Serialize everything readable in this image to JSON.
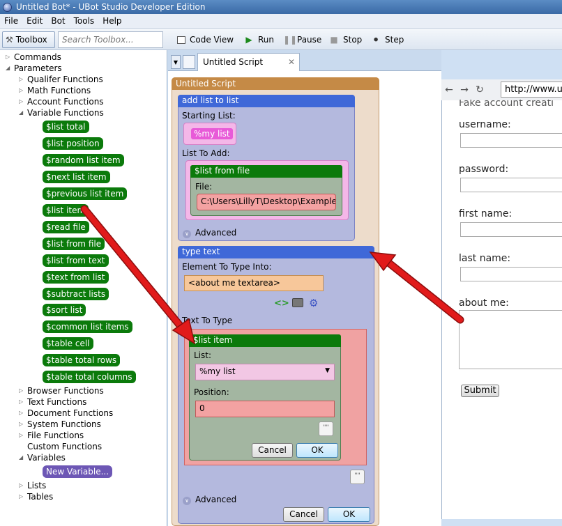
{
  "window": {
    "title": "Untitled Bot* - UBot Studio Developer Edition"
  },
  "menu": [
    "File",
    "Edit",
    "Bot",
    "Tools",
    "Help"
  ],
  "toolbar": {
    "toolbox": "Toolbox",
    "search_placeholder": "Search Toolbox...",
    "code_view": "Code View",
    "run": "Run",
    "pause": "Pause",
    "stop": "Stop",
    "step": "Step"
  },
  "sidebar": {
    "commands": "Commands",
    "parameters": "Parameters",
    "qualifier": "Qualifer Functions",
    "math": "Math Functions",
    "account": "Account Functions",
    "variable_functions": "Variable Functions",
    "functions": [
      "$list total",
      "$list position",
      "$random list item",
      "$next list item",
      "$previous list item",
      "$list item",
      "$read file",
      "$list from file",
      "$list from text",
      "$text from list",
      "$subtract lists",
      "$sort list",
      "$common list items",
      "$table cell",
      "$table total rows",
      "$table total columns"
    ],
    "browser": "Browser Functions",
    "text": "Text Functions",
    "document": "Document Functions",
    "system": "System Functions",
    "file": "File Functions",
    "custom": "Custom Functions",
    "variables": "Variables",
    "new_variable": "New Variable...",
    "lists": "Lists",
    "tables": "Tables"
  },
  "tab": {
    "label": "Untitled Script"
  },
  "script": {
    "title": "Untitled Script",
    "add_list": {
      "title": "add list to list",
      "starting_label": "Starting List:",
      "starting_value": "%my list",
      "to_add_label": "List To Add:",
      "fn_title": "$list from file",
      "file_label": "File:",
      "file_value": "C:\\Users\\LillyT\\Desktop\\Example.txt",
      "advanced": "Advanced"
    },
    "type_text": {
      "title": "type text",
      "element_label": "Element To Type Into:",
      "element_value": "<about me textarea>",
      "text_label": "Text To Type",
      "fn_title": "$list item",
      "list_label": "List:",
      "list_value": "%my list",
      "position_label": "Position:",
      "position_value": "0",
      "cancel": "Cancel",
      "ok": "OK",
      "advanced": "Advanced",
      "outer_cancel": "Cancel",
      "outer_ok": "OK"
    }
  },
  "browser": {
    "url": "http://www.u",
    "heading": "Fake account creati",
    "fields": [
      "username:",
      "password:",
      "first name:",
      "last name:",
      "about me:"
    ],
    "submit": "Submit"
  },
  "colors": {
    "arrow": "#e11b1b",
    "fn_green": "#0b7a0b",
    "cmd_blue": "#3f68d8"
  }
}
